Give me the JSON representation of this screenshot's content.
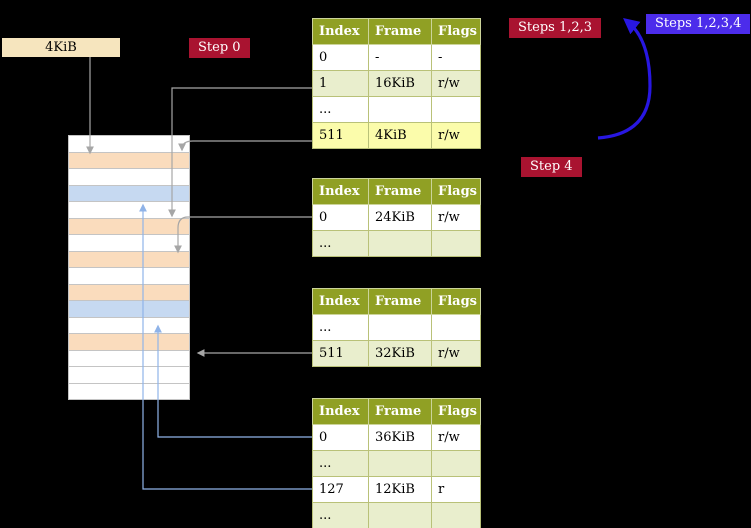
{
  "labels": {
    "page_box": "4KiB",
    "step0": "Step 0",
    "steps123": "Steps 1,2,3",
    "steps1234": "Steps 1,2,3,4",
    "step4": "Step 4"
  },
  "colors": {
    "badge_red": "#a91330",
    "badge_blue": "#4c2ceb",
    "table_header_olive": "#90a024",
    "table_row_green": "#e9eecd",
    "table_row_yellow": "#fbfcab",
    "frame_peach": "#fadcbd",
    "frame_blue": "#c6d9f1",
    "arrow_gray": "#a6a6a6",
    "arrow_lightblue": "#8fb3e8",
    "arrow_blue": "#2817e2"
  },
  "tables": [
    {
      "headers": [
        "Index",
        "Frame",
        "Flags"
      ],
      "rows": [
        {
          "bg": "white",
          "cells": [
            "0",
            "-",
            "-"
          ]
        },
        {
          "bg": "green",
          "cells": [
            "1",
            "16KiB",
            "r/w"
          ]
        },
        {
          "bg": "white",
          "cells": [
            "...",
            "",
            ""
          ]
        },
        {
          "bg": "yellow",
          "cells": [
            "511",
            "4KiB",
            "r/w"
          ]
        }
      ]
    },
    {
      "headers": [
        "Index",
        "Frame",
        "Flags"
      ],
      "rows": [
        {
          "bg": "white",
          "cells": [
            "0",
            "24KiB",
            "r/w"
          ]
        },
        {
          "bg": "green",
          "cells": [
            "...",
            "",
            ""
          ]
        }
      ]
    },
    {
      "headers": [
        "Index",
        "Frame",
        "Flags"
      ],
      "rows": [
        {
          "bg": "white",
          "cells": [
            "...",
            "",
            ""
          ]
        },
        {
          "bg": "green",
          "cells": [
            "511",
            "32KiB",
            "r/w"
          ]
        }
      ]
    },
    {
      "headers": [
        "Index",
        "Frame",
        "Flags"
      ],
      "rows": [
        {
          "bg": "white",
          "cells": [
            "0",
            "36KiB",
            "r/w"
          ]
        },
        {
          "bg": "green",
          "cells": [
            "...",
            "",
            ""
          ]
        },
        {
          "bg": "white",
          "cells": [
            "127",
            "12KiB",
            "r"
          ]
        },
        {
          "bg": "green",
          "cells": [
            "...",
            "",
            ""
          ]
        }
      ]
    }
  ],
  "memory": {
    "rows": [
      {
        "color": "white"
      },
      {
        "color": "peach"
      },
      {
        "color": "white"
      },
      {
        "color": "blue"
      },
      {
        "color": "white"
      },
      {
        "color": "peach"
      },
      {
        "color": "white"
      },
      {
        "color": "peach"
      },
      {
        "color": "white"
      },
      {
        "color": "peach"
      },
      {
        "color": "blue"
      },
      {
        "color": "white"
      },
      {
        "color": "peach"
      },
      {
        "color": "white"
      },
      {
        "color": "white"
      },
      {
        "color": "white"
      }
    ]
  }
}
